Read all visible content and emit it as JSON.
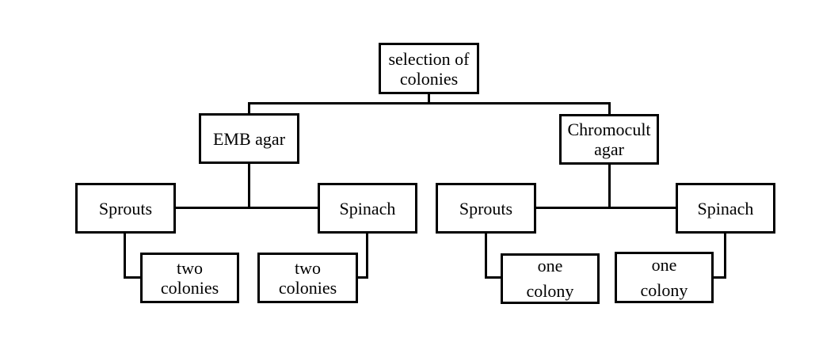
{
  "diagram": {
    "root": "selection of\ncolonies",
    "left_medium": "EMB agar",
    "right_medium": "Chromocult\nagar",
    "left_sprouts": "Sprouts",
    "left_spinach": "Spinach",
    "right_sprouts": "Sprouts",
    "right_spinach": "Spinach",
    "left_sprouts_result": "two\ncolonies",
    "left_spinach_result": "two\ncolonies",
    "right_sprouts_result": "one\ncolony",
    "right_spinach_result": "one\ncolony"
  }
}
